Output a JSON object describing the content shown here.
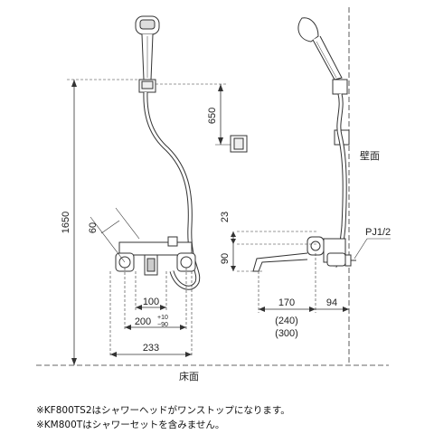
{
  "labels": {
    "wall": "壁面",
    "floor": "床面",
    "thread": "PJ1/2"
  },
  "dimensions": {
    "height_total": "1650",
    "hook_height": "650",
    "angle": "60",
    "d23": "23",
    "d90": "90",
    "w100": "100",
    "w200": "200",
    "tol_plus": "+10",
    "tol_minus": "−90",
    "w233": "233",
    "d170": "170",
    "d94": "94",
    "alt240": "(240)",
    "alt300": "(300)"
  },
  "notes": [
    "※KF800TS2はシャワーヘッドがワンストップになります。",
    "※KM800Tはシャワーセットを含みません。"
  ]
}
